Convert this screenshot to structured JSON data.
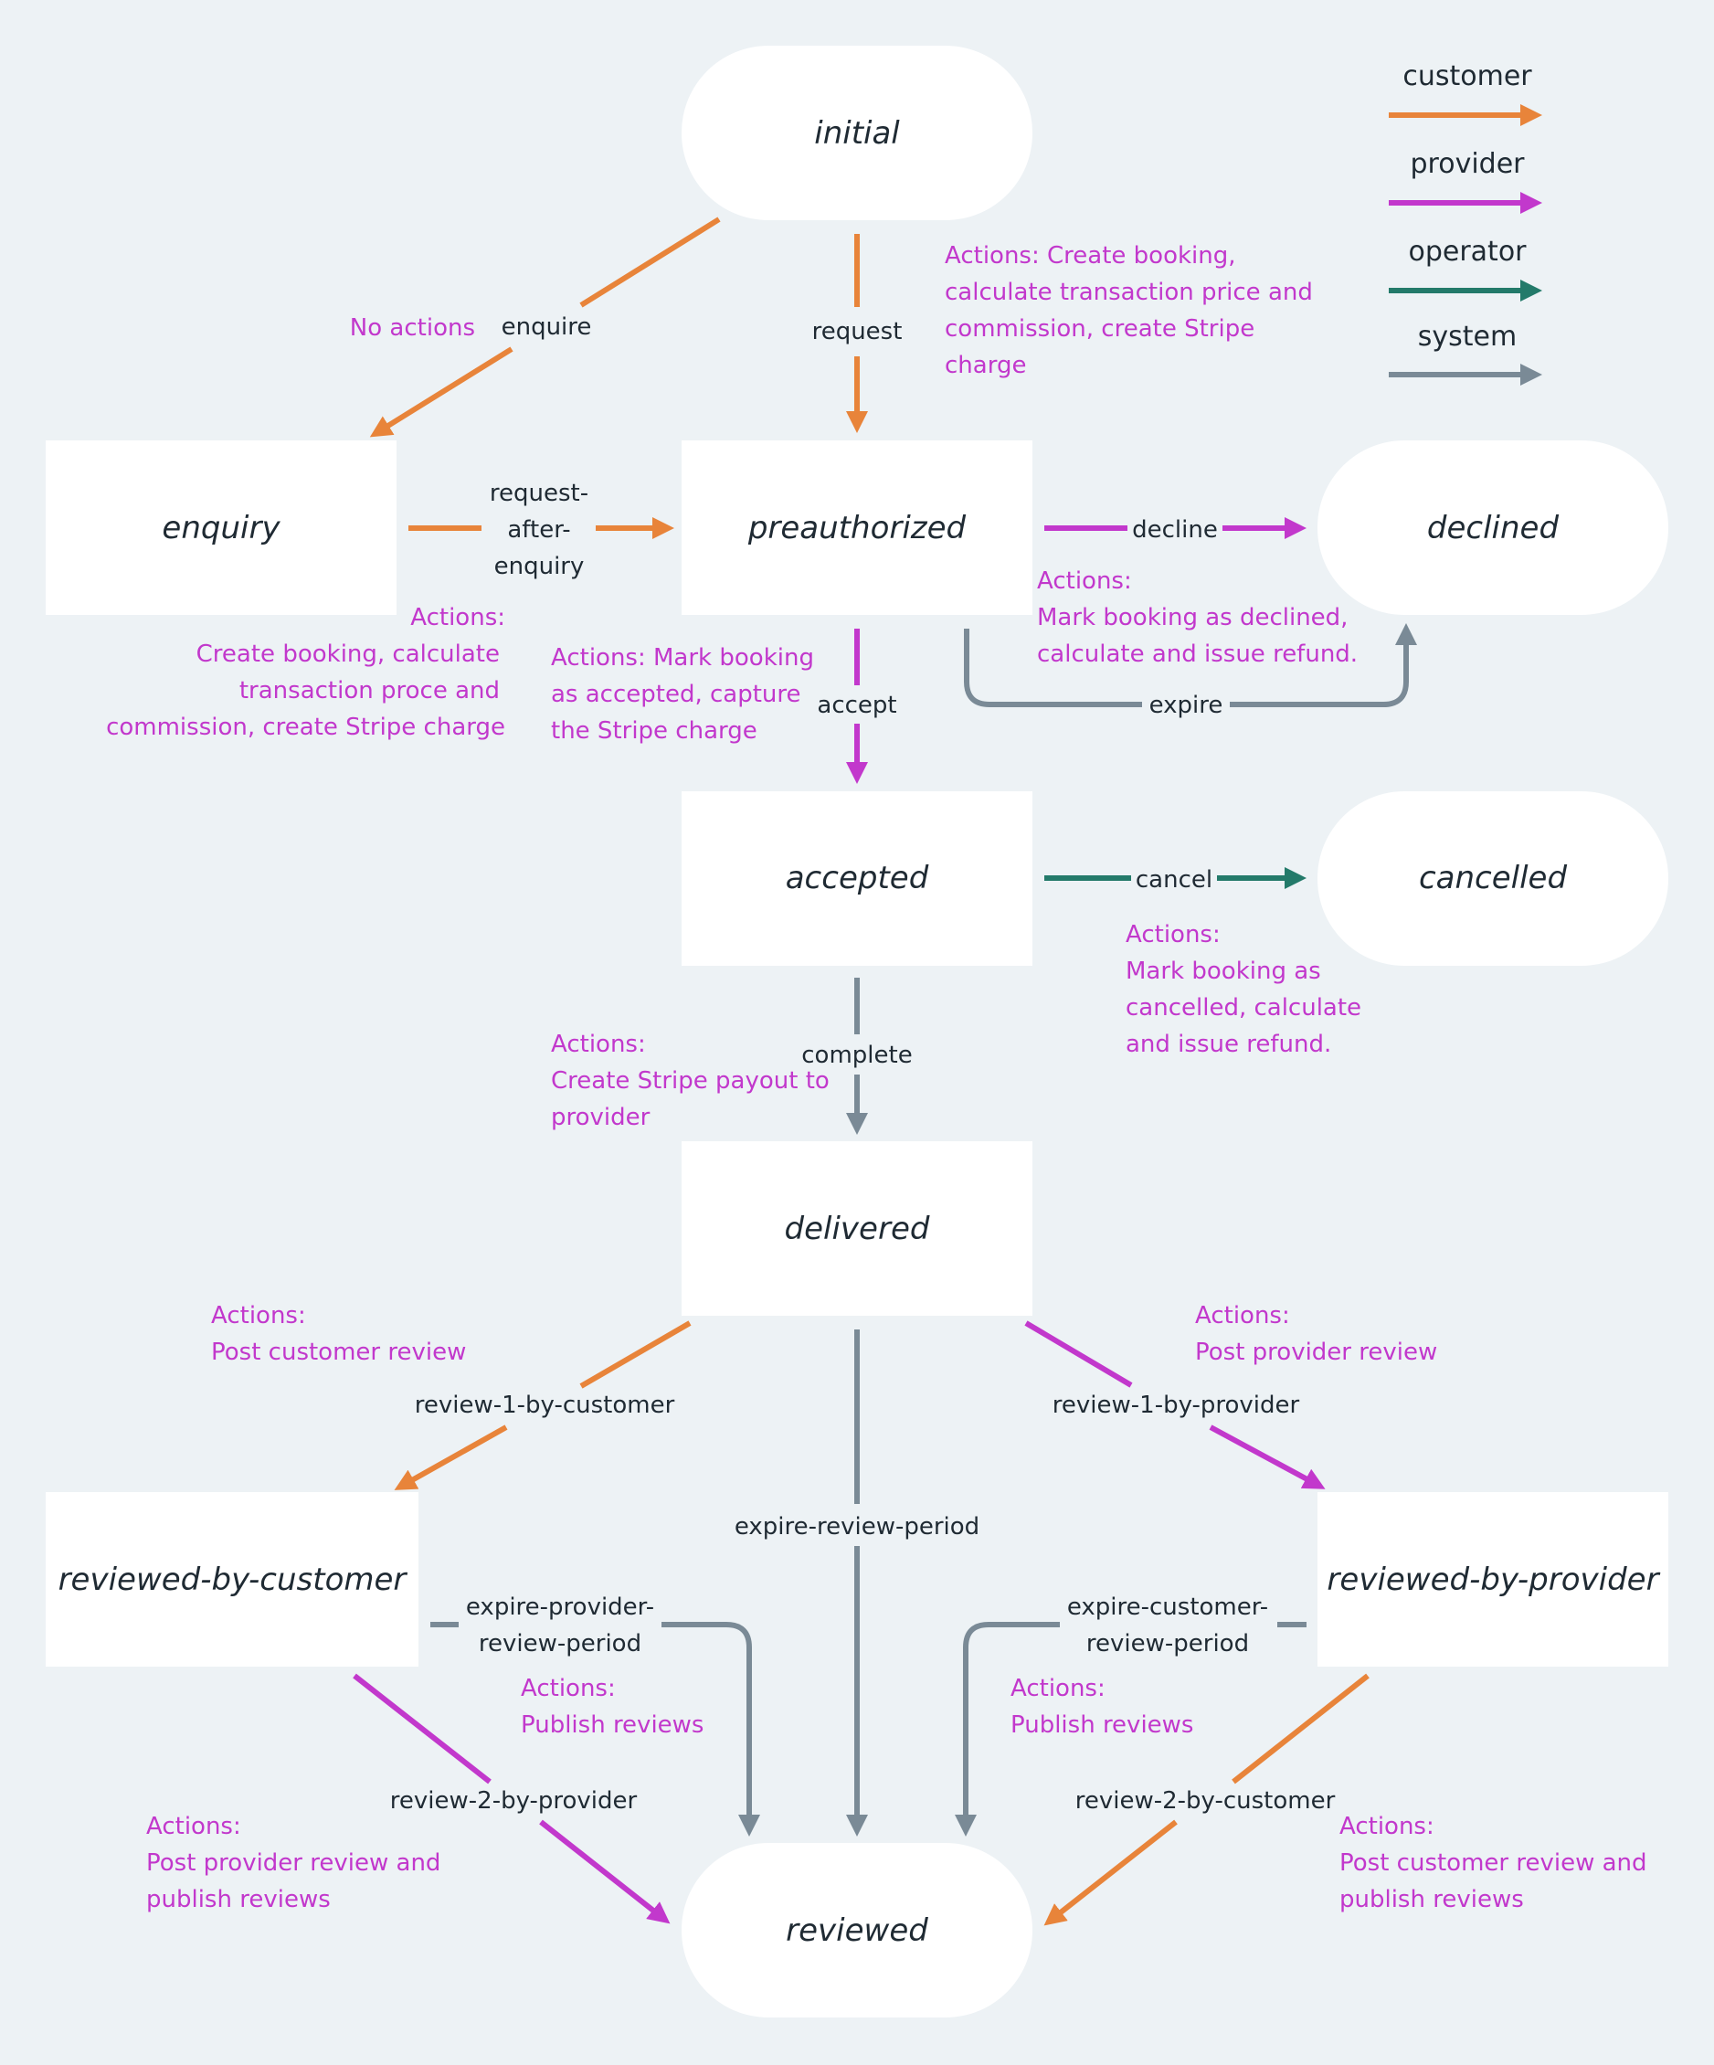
{
  "colors": {
    "background": "#edf2f5",
    "node_fill": "#ffffff",
    "text": "#1f2a33",
    "customer": "#e8843a",
    "provider": "#c238cc",
    "operator": "#237a6a",
    "system": "#7a8a96",
    "note": "#c238cc"
  },
  "legend": {
    "customer": "customer",
    "provider": "provider",
    "operator": "operator",
    "system": "system"
  },
  "nodes": {
    "initial": "initial",
    "enquiry": "enquiry",
    "preauthorized": "preauthorized",
    "declined": "declined",
    "accepted": "accepted",
    "cancelled": "cancelled",
    "delivered": "delivered",
    "reviewed_by_customer": "reviewed-by-customer",
    "reviewed_by_provider": "reviewed-by-provider",
    "reviewed": "reviewed"
  },
  "transitions": {
    "enquire": "enquire",
    "request": "request",
    "request_after_enquiry": [
      "request-",
      "after-",
      "enquiry"
    ],
    "decline": "decline",
    "expire": "expire",
    "accept": "accept",
    "cancel": "cancel",
    "complete": "complete",
    "review_1_by_customer": "review-1-by-customer",
    "review_1_by_provider": "review-1-by-provider",
    "expire_review_period": "expire-review-period",
    "expire_provider_review_period": [
      "expire-provider-",
      "review-period"
    ],
    "expire_customer_review_period": [
      "expire-customer-",
      "review-period"
    ],
    "review_2_by_provider": "review-2-by-provider",
    "review_2_by_customer": "review-2-by-customer"
  },
  "notes": {
    "no_actions": [
      "No actions"
    ],
    "request": [
      "Actions: Create booking,",
      "calculate transaction price and",
      "commission, create Stripe",
      "charge"
    ],
    "request_after_enquiry": [
      "Actions:",
      "Create booking, calculate",
      "transaction proce and",
      "commission, create Stripe charge"
    ],
    "accept": [
      "Actions: Mark booking",
      "as accepted, capture",
      "the Stripe charge"
    ],
    "decline": [
      "Actions:",
      "Mark booking as declined,",
      "calculate and issue refund."
    ],
    "cancel": [
      "Actions:",
      "Mark booking as",
      "cancelled, calculate",
      "and issue refund."
    ],
    "complete": [
      "Actions:",
      "Create Stripe payout to",
      "provider"
    ],
    "review_1_by_customer": [
      "Actions:",
      "Post customer review"
    ],
    "review_1_by_provider": [
      "Actions:",
      "Post provider review"
    ],
    "expire_provider_review_period": [
      "Actions:",
      "Publish reviews"
    ],
    "expire_customer_review_period": [
      "Actions:",
      "Publish reviews"
    ],
    "review_2_by_provider": [
      "Actions:",
      "Post provider review and",
      "publish reviews"
    ],
    "review_2_by_customer": [
      "Actions:",
      "Post customer review and",
      "publish reviews"
    ]
  }
}
